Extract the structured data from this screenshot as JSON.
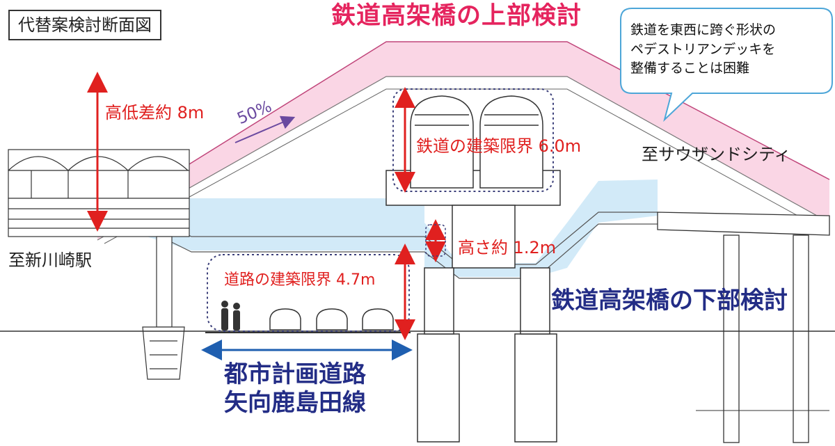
{
  "title": "代替案検討断面図",
  "upper_study_label": "鉄道高架橋の上部検討",
  "lower_study_label": "鉄道高架橋の下部検討",
  "speech_bubble": {
    "line1": "鉄道を東西に跨ぐ形状の",
    "line2": "ペデストリアンデッキを",
    "line3": "整備することは困難"
  },
  "labels": {
    "height_difference": "高低差約 8m",
    "slope": "50%",
    "rail_clearance": "鉄道の建築限界 6.0m",
    "gap_height": "高さ約 1.2m",
    "road_clearance": "道路の建築限界 4.7m",
    "to_thousand_city": "至サウザンドシティ",
    "to_shinkawasaki": "至新川崎駅"
  },
  "road": {
    "line1": "都市計画道路",
    "line2": "矢向鹿島田線"
  },
  "colors": {
    "upper_band": "#f8c8dc",
    "lower_band": "#cde8f7",
    "red_label": "#e0201f",
    "pink_title": "#e5245e",
    "navy_title": "#232d86",
    "blue_arrow": "#1f5fb0",
    "purple_arrow": "#6b4aa0",
    "bubble_border": "#4da6d8"
  }
}
